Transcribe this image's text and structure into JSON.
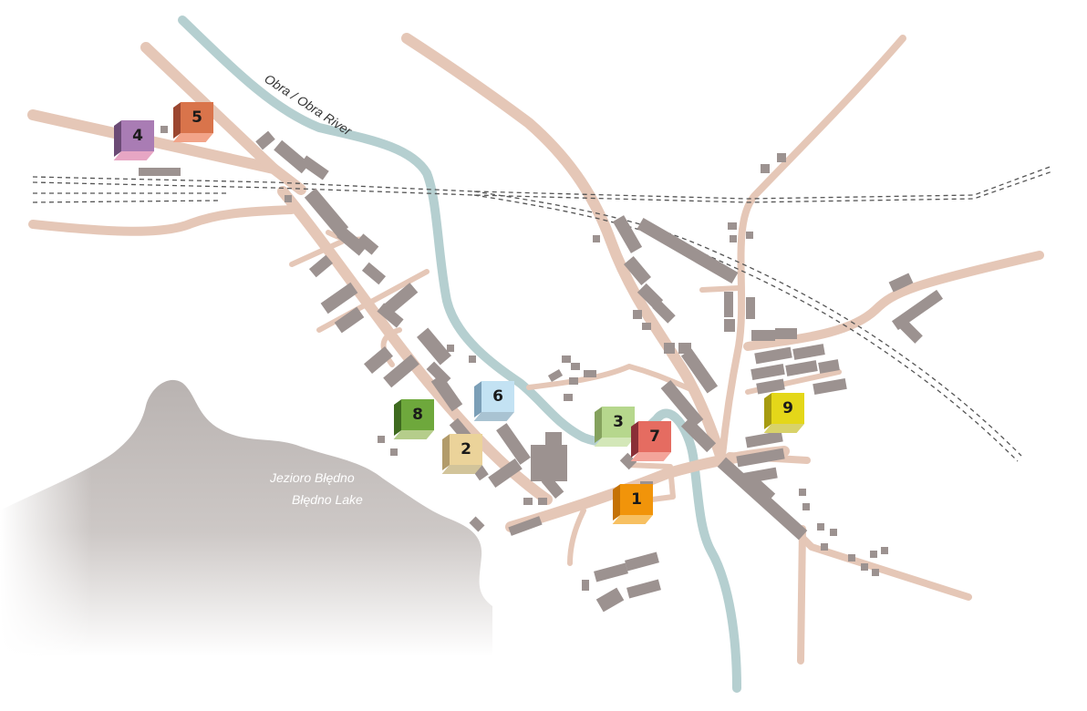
{
  "map": {
    "river_label": "Obra / Obra River",
    "lake_label_pl": "Jezioro Błędno",
    "lake_label_en": "Błędno Lake",
    "colors": {
      "road": "#e5c7b7",
      "river": "#b5cfd0",
      "building": "#9c9290",
      "lake": "#c2bcba",
      "rail": "#555555",
      "background": "#ffffff"
    }
  },
  "markers": [
    {
      "number": "1",
      "front": "#f1940a",
      "side": "#c57206",
      "bottom": "#f7c061"
    },
    {
      "number": "2",
      "front": "#ebd39a",
      "side": "#b29b6a",
      "bottom": "#d2c49a"
    },
    {
      "number": "3",
      "front": "#b6d78d",
      "side": "#85a25e",
      "bottom": "#d3e7b8"
    },
    {
      "number": "4",
      "front": "#a97cb4",
      "side": "#6b4a75",
      "bottom": "#e7a6c4"
    },
    {
      "number": "5",
      "front": "#d9744b",
      "side": "#9b4630",
      "bottom": "#f2a489"
    },
    {
      "number": "6",
      "front": "#c3e2f3",
      "side": "#7b9fb7",
      "bottom": "#a9c3d2"
    },
    {
      "number": "7",
      "front": "#e56c61",
      "side": "#8a2f37",
      "bottom": "#f3a49a"
    },
    {
      "number": "8",
      "front": "#6ea83c",
      "side": "#3e6a1f",
      "bottom": "#b5cd8b"
    },
    {
      "number": "9",
      "front": "#e4d719",
      "side": "#a69b10",
      "bottom": "#d8d26a"
    }
  ]
}
